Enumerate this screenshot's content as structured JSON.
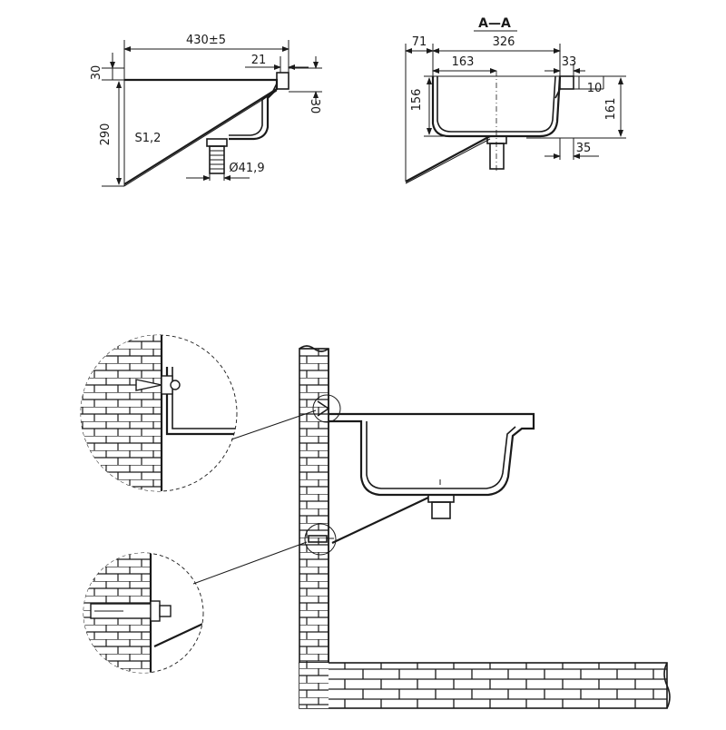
{
  "drawing": {
    "side_view": {
      "overall_width": "430±5",
      "rim_height_left": "30",
      "lip_width": "21",
      "rim_height_right": "30",
      "total_height": "290",
      "material_thickness": "S1,2",
      "drain_diameter": "Ø41,9"
    },
    "section_view": {
      "section_label": "A—A",
      "offset_left": "71",
      "bowl_width": "326",
      "drain_offset": "163",
      "rim_offset": "33",
      "rim_step": "10",
      "bowl_depth": "156",
      "total_depth": "161",
      "drain_spacing": "35"
    }
  }
}
